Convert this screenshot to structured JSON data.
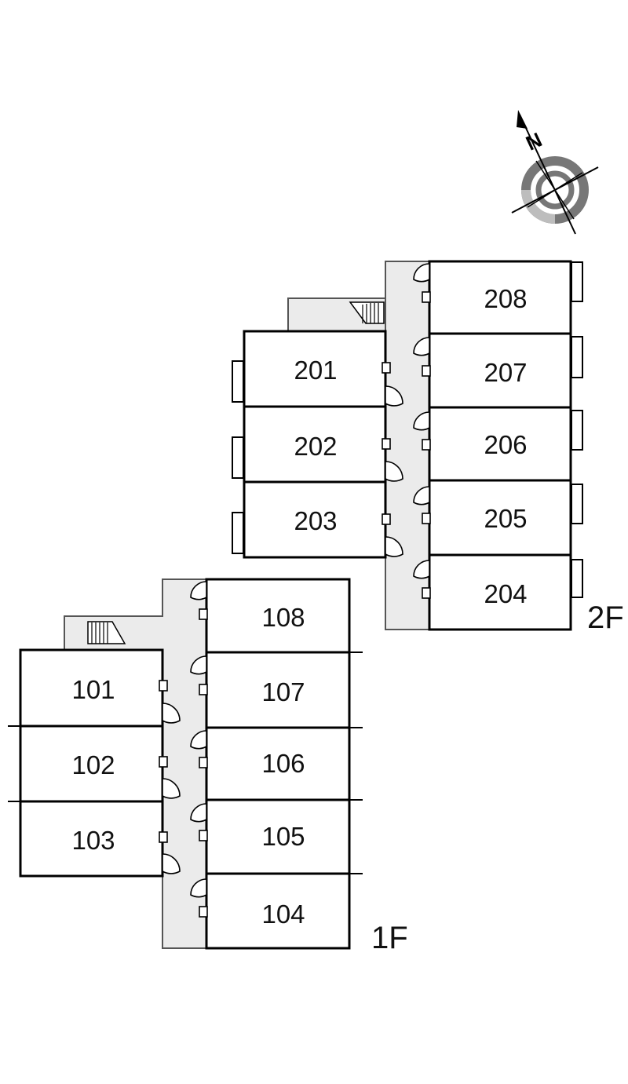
{
  "compass": {
    "north_label": "N",
    "icon": "compass-rose-icon"
  },
  "floors": [
    {
      "label": "2F",
      "units": [
        "201",
        "202",
        "203",
        "204",
        "205",
        "206",
        "207",
        "208"
      ]
    },
    {
      "label": "1F",
      "units": [
        "101",
        "102",
        "103",
        "104",
        "105",
        "106",
        "107",
        "108"
      ]
    }
  ],
  "colors": {
    "corridor": "#ebebeb",
    "outline": "#000000",
    "compass_ring": "#777777"
  }
}
